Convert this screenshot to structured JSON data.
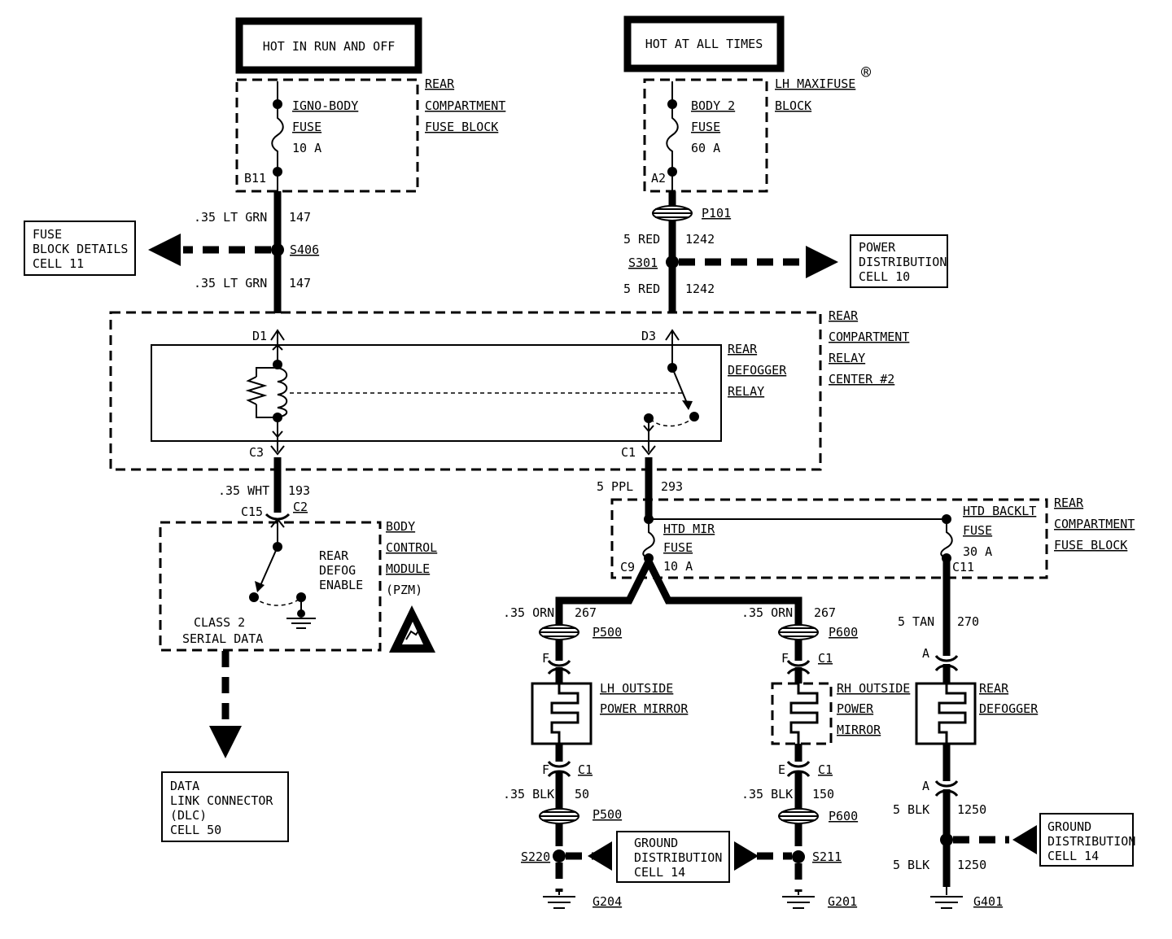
{
  "power": {
    "hot_run_off": "HOT IN RUN AND OFF",
    "hot_all_times": "HOT AT ALL TIMES"
  },
  "rear_fuse_block_top": {
    "label1": "REAR",
    "label2": "COMPARTMENT",
    "label3": "FUSE BLOCK",
    "fuse1": "IGNO-BODY",
    "fuse2": "FUSE",
    "fuse3": "10 A",
    "pin": "B11"
  },
  "maxifuse": {
    "label1": "LH MAXIFUSE",
    "reg": "®",
    "label2": "BLOCK",
    "fuse1": "BODY 2",
    "fuse2": "FUSE",
    "fuse3": "60 A",
    "pin": "A2"
  },
  "left_wire": {
    "gauge1": ".35 LT GRN",
    "circuit1": "147",
    "splice": "S406",
    "gauge2": ".35 LT GRN",
    "circuit2": "147"
  },
  "right_wire": {
    "conn": "P101",
    "gauge1": "5 RED",
    "circuit1": "1242",
    "splice": "S301",
    "gauge2": "5 RED",
    "circuit2": "1242"
  },
  "ref_fuse_block": {
    "l1": "FUSE",
    "l2": "BLOCK DETAILS",
    "l3": "CELL 11"
  },
  "ref_power_dist": {
    "l1": "POWER",
    "l2": "DISTRIBUTION",
    "l3": "CELL 10"
  },
  "relay_center": {
    "l1": "REAR",
    "l2": "COMPARTMENT",
    "l3": "RELAY",
    "l4": "CENTER #2"
  },
  "relay": {
    "l1": "REAR",
    "l2": "DEFOGGER",
    "l3": "RELAY",
    "d1": "D1",
    "d3": "D3",
    "c3": "C3",
    "c1": "C1"
  },
  "wire_193": {
    "gauge": ".35 WHT",
    "circuit": "193",
    "c15": "C15",
    "c2": "C2"
  },
  "bcm": {
    "l1": "BODY",
    "l2": "CONTROL",
    "l3": "MODULE",
    "l4": "(PZM)",
    "rear": "REAR",
    "defog": "DEFOG",
    "enable": "ENABLE",
    "class2": "CLASS 2",
    "serial": "SERIAL DATA"
  },
  "ref_dlc": {
    "l1": "DATA",
    "l2": "LINK CONNECTOR",
    "l3": "(DLC)",
    "l4": "CELL 50"
  },
  "wire_293": {
    "gauge": "5 PPL",
    "circuit": "293"
  },
  "rear_fuse_block_bottom": {
    "mir1": "HTD MIR",
    "mir2": "FUSE",
    "mir3": "10 A",
    "c9": "C9",
    "bk1": "HTD BACKLT",
    "bk2": "FUSE",
    "bk3": "30 A",
    "c11": "C11",
    "l1": "REAR",
    "l2": "COMPARTMENT",
    "l3": "FUSE BLOCK"
  },
  "lh_mirror": {
    "gauge": ".35 ORN",
    "circuit": "267",
    "conn": "P500",
    "f1": "F",
    "name1": "LH OUTSIDE",
    "name2": "POWER MIRROR",
    "f2": "F",
    "c1": "C1",
    "gauge2": ".35 BLK",
    "circuit2": "50",
    "conn2": "P500",
    "splice": "S220",
    "ground": "G204"
  },
  "rh_mirror": {
    "gauge": ".35 ORN",
    "circuit": "267",
    "conn": "P600",
    "f1": "F",
    "c1a": "C1",
    "name1": "RH OUTSIDE",
    "name2": "POWER",
    "name3": "MIRROR",
    "e": "E",
    "c1b": "C1",
    "gauge2": ".35 BLK",
    "circuit2": "150",
    "conn2": "P600",
    "splice": "S211",
    "ground": "G201"
  },
  "defogger": {
    "gauge": "5 TAN",
    "circuit": "270",
    "a1": "A",
    "name1": "REAR",
    "name2": "DEFOGGER",
    "a2": "A",
    "gauge2": "5 BLK",
    "circuit2": "1250",
    "gauge3": "5 BLK",
    "circuit3": "1250",
    "ground": "G401"
  },
  "ref_ground_mid": {
    "l1": "GROUND",
    "l2": "DISTRIBUTION",
    "l3": "CELL 14"
  },
  "ref_ground_right": {
    "l1": "GROUND",
    "l2": "DISTRIBUTION",
    "l3": "CELL 14"
  }
}
